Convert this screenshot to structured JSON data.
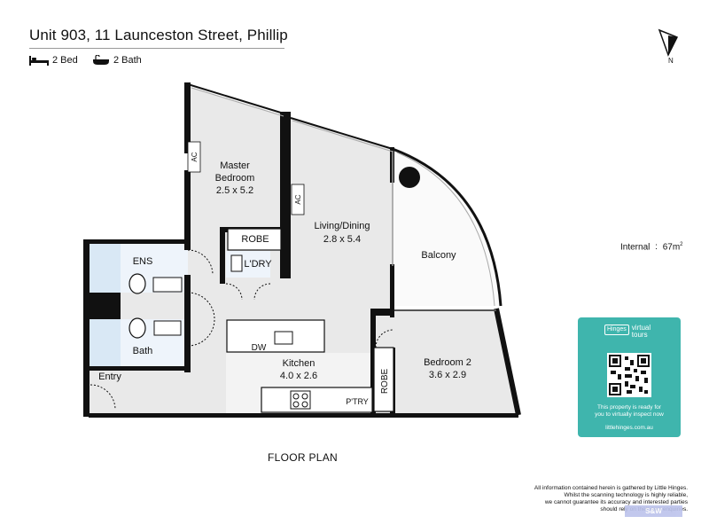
{
  "header": {
    "title": "Unit 903, 11 Launceston Street, Phillip",
    "beds_label": "2 Bed",
    "baths_label": "2 Bath"
  },
  "compass": {
    "label": "N"
  },
  "rooms": {
    "master_bedroom": {
      "line1": "Master",
      "line2": "Bedroom",
      "dims": "2.5 x 5.2"
    },
    "living_dining": {
      "name": "Living/Dining",
      "dims": "2.8 x 5.4"
    },
    "balcony": {
      "name": "Balcony"
    },
    "ens": {
      "name": "ENS"
    },
    "robe_master": {
      "name": "ROBE"
    },
    "laundry": {
      "name": "L'DRY"
    },
    "bath": {
      "name": "Bath"
    },
    "kitchen": {
      "name": "Kitchen",
      "dims": "4.0 x 2.6"
    },
    "dw": {
      "name": "DW"
    },
    "pantry": {
      "name": "P'TRY"
    },
    "robe_bed2": {
      "name": "ROBE"
    },
    "bedroom2": {
      "name": "Bedroom 2",
      "dims": "3.6 x 2.9"
    },
    "entry": {
      "name": "Entry"
    },
    "ac1": {
      "name": "AC"
    },
    "ac2": {
      "name": "AC"
    }
  },
  "floor_plan_label": "FLOOR PLAN",
  "internal_area": {
    "label": "Internal",
    "separator": ":",
    "value": "67m",
    "unit_power": "2"
  },
  "tour_card": {
    "logo_box": "Hinges",
    "logo_line1": "virtual",
    "logo_line2": "tours",
    "line1": "This property is ready for",
    "line2": "you to virtually inspect now",
    "url": "littlehinges.com.au",
    "color": "#3fb5ad"
  },
  "disclaimer": {
    "line1": "All information contained herein is gathered by Little Hinges.",
    "line2": "Whilst the scanning technology is highly reliable,",
    "line3": "we cannot guarantee its accuracy and interested parties",
    "line4": "should rely on their own enquiries."
  },
  "badge": {
    "text": "S&W"
  }
}
